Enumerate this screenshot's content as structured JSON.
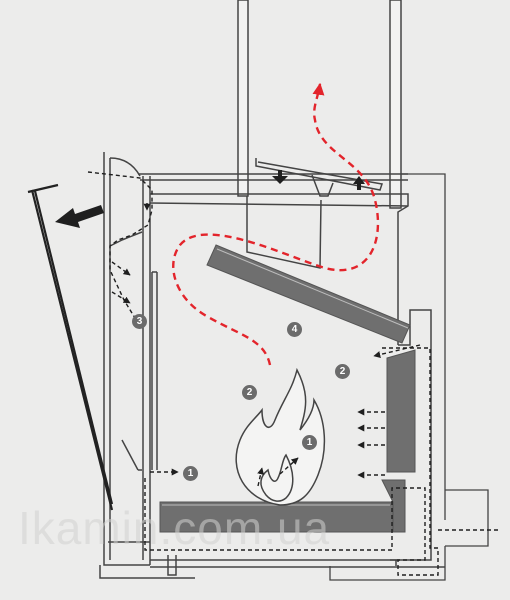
{
  "markers": [
    {
      "id": "m1a",
      "label": "1"
    },
    {
      "id": "m1b",
      "label": "1"
    },
    {
      "id": "m2a",
      "label": "2"
    },
    {
      "id": "m2b",
      "label": "2"
    },
    {
      "id": "m3",
      "label": "3"
    },
    {
      "id": "m4",
      "label": "4"
    }
  ],
  "watermark": "Ikamin.com.ua",
  "colors": {
    "background": "#ececeb",
    "line": "#444444",
    "brick": "#6f6f6f",
    "hot_flow": "#e3242b",
    "marker": "#6b6b6b",
    "arrow": "#1f1f1f"
  }
}
